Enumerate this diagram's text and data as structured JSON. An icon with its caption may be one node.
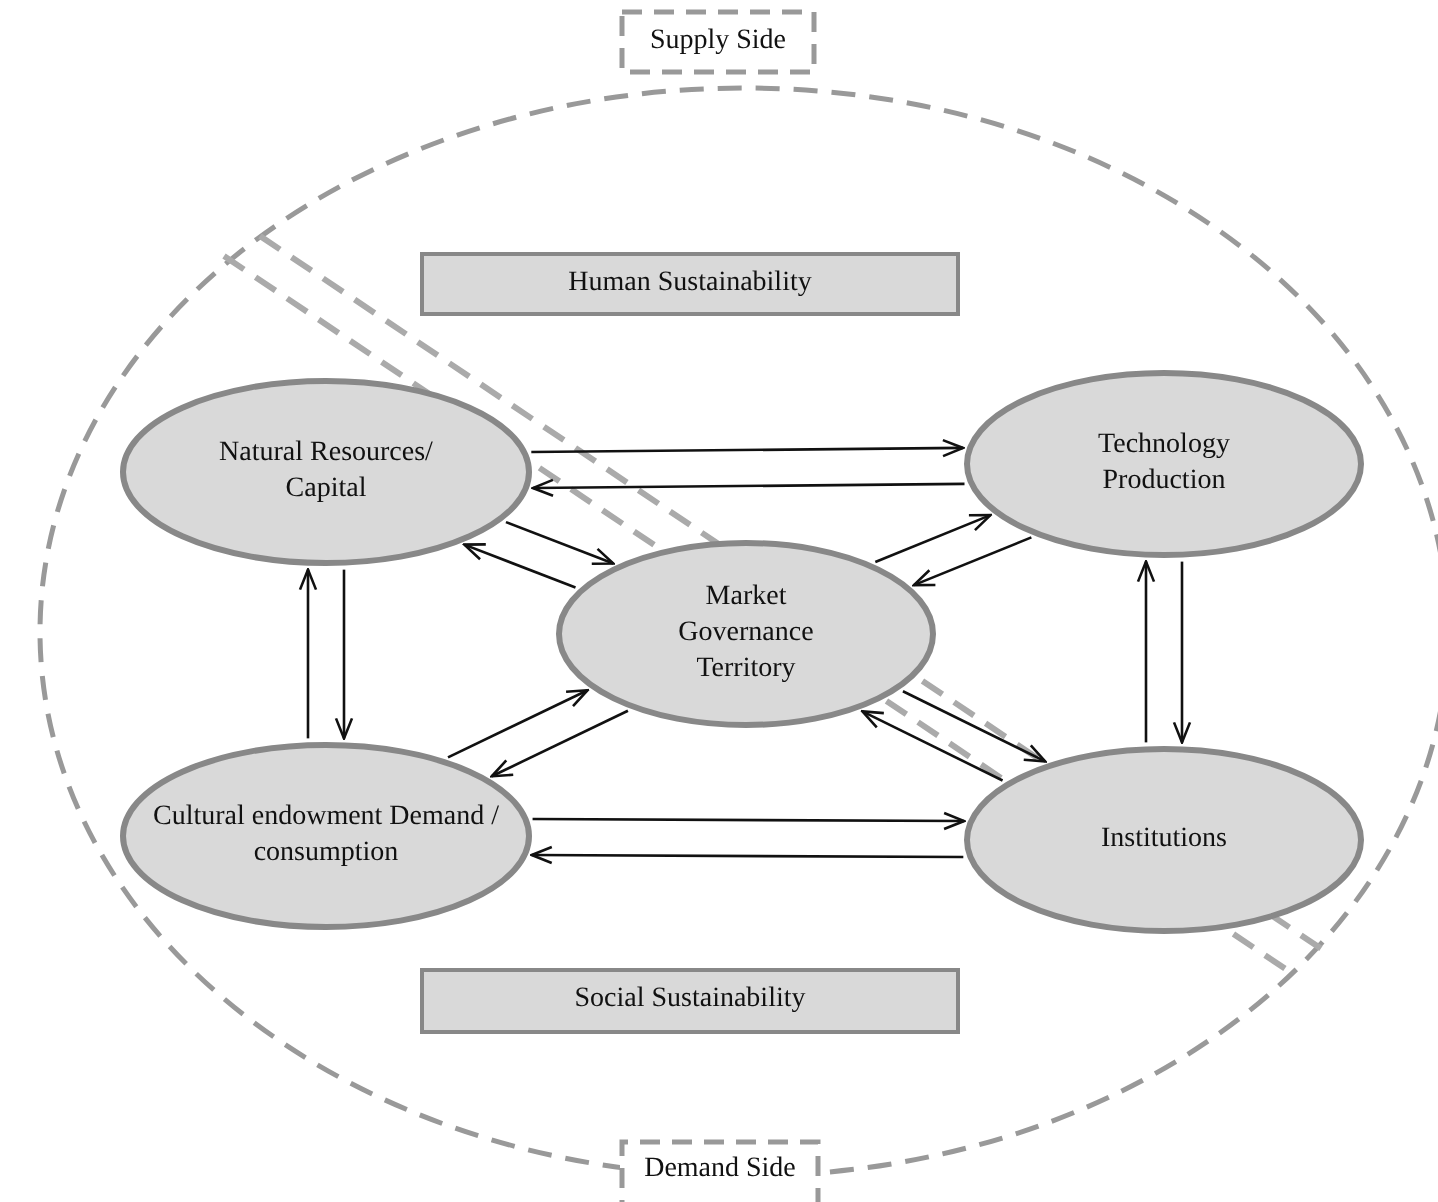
{
  "diagram": {
    "nodes": [
      {
        "text": [
          "Supply Side"
        ]
      },
      {
        "text": [
          "Human Sustainability"
        ]
      },
      {
        "text": [
          "Natural Resources/ Capital"
        ]
      },
      {
        "text": [
          "Technology Production"
        ]
      },
      {
        "text": [
          "Market Governance Territory"
        ]
      },
      {
        "text": [
          "Cultural endowment Demand / consumption"
        ]
      },
      {
        "text": [
          "Institutions"
        ]
      },
      {
        "text": [
          "Social Sustainability"
        ]
      },
      {
        "text": [
          "Demand Side"
        ]
      }
    ],
    "edges": [
      {
        "from": 2,
        "to": 3,
        "arrow": "to"
      },
      {
        "from": 3,
        "to": 2,
        "arrow": "to"
      },
      {
        "from": 5,
        "to": 2,
        "arrow": "to"
      },
      {
        "from": 2,
        "to": 5,
        "arrow": "to"
      },
      {
        "from": 2,
        "to": 4,
        "arrow": "to"
      },
      {
        "from": 4,
        "to": 2,
        "arrow": "to"
      },
      {
        "from": 4,
        "to": 3,
        "arrow": "to"
      },
      {
        "from": 3,
        "to": 4,
        "arrow": "to"
      },
      {
        "from": 5,
        "to": 4,
        "arrow": "to"
      },
      {
        "from": 4,
        "to": 5,
        "arrow": "to"
      },
      {
        "from": 4,
        "to": 6,
        "arrow": "to"
      },
      {
        "from": 6,
        "to": 4,
        "arrow": "to"
      },
      {
        "from": 5,
        "to": 6,
        "arrow": "to"
      },
      {
        "from": 6,
        "to": 5,
        "arrow": "to"
      },
      {
        "from": 6,
        "to": 3,
        "arrow": "to"
      },
      {
        "from": 3,
        "to": 6,
        "arrow": "to"
      }
    ]
  }
}
